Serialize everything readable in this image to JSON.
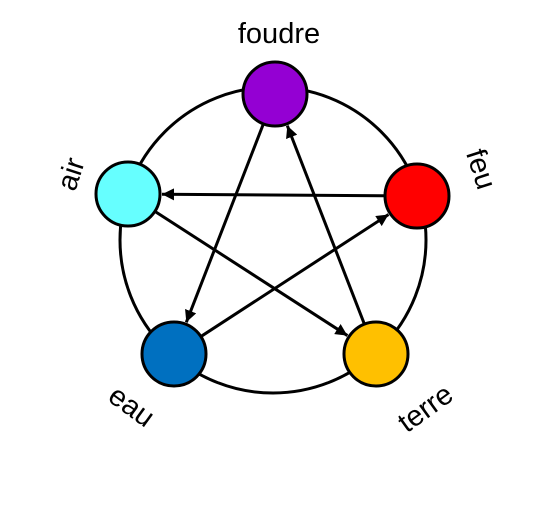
{
  "nodes": [
    {
      "id": "foudre",
      "label": "foudre",
      "color": "#9400d3"
    },
    {
      "id": "feu",
      "label": "feu",
      "color": "#ff0000"
    },
    {
      "id": "terre",
      "label": "terre",
      "color": "#ffc000"
    },
    {
      "id": "eau",
      "label": "eau",
      "color": "#0070c0"
    },
    {
      "id": "air",
      "label": "air",
      "color": "#66ffff"
    }
  ],
  "edges": [
    {
      "from": "foudre",
      "to": "eau"
    },
    {
      "from": "eau",
      "to": "feu"
    },
    {
      "from": "feu",
      "to": "air"
    },
    {
      "from": "air",
      "to": "terre"
    },
    {
      "from": "terre",
      "to": "foudre"
    }
  ]
}
